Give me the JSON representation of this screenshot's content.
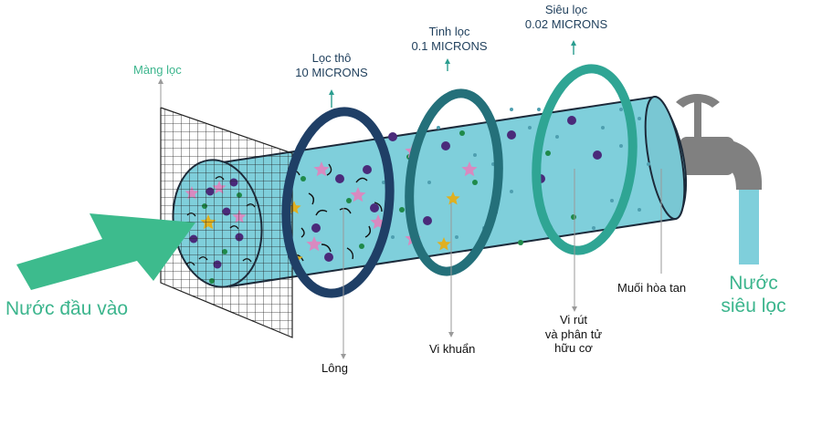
{
  "labels": {
    "mang_loc": "Màng lọc",
    "loc_tho_title": "Lọc thô",
    "loc_tho_microns": "10 MICRONS",
    "tinh_loc_title": "Tinh lọc",
    "tinh_loc_microns": "0.1 MICRONS",
    "sieu_loc_title": "Siêu lọc",
    "sieu_loc_microns": "0.02 MICRONS",
    "nuoc_dau_vao": "Nước đầu vào",
    "nuoc_sieu_loc_line1": "Nước",
    "nuoc_sieu_loc_line2": "siêu lọc",
    "long": "Lông",
    "vi_khuan": "Vi khuẩn",
    "vi_rut_line1": "Vi rút",
    "vi_rut_line2": "và phân tử",
    "vi_rut_line3": "hữu cơ",
    "muoi_hoa_tan": "Muối hòa tan"
  },
  "colors": {
    "cylinder": "#7fcfdb",
    "cylinder_edge": "#1c2a3a",
    "ring_coarse": "#1f3f66",
    "ring_fine": "#24707a",
    "ring_ultra": "#2fa594",
    "arrow_green": "#3dbb8d",
    "tap": "#808080",
    "water": "#7fcfdb",
    "particle_purple": "#4a2a7a",
    "particle_green": "#1f8a4a",
    "particle_pink": "#d88ac0",
    "particle_yellow": "#e0b020"
  }
}
